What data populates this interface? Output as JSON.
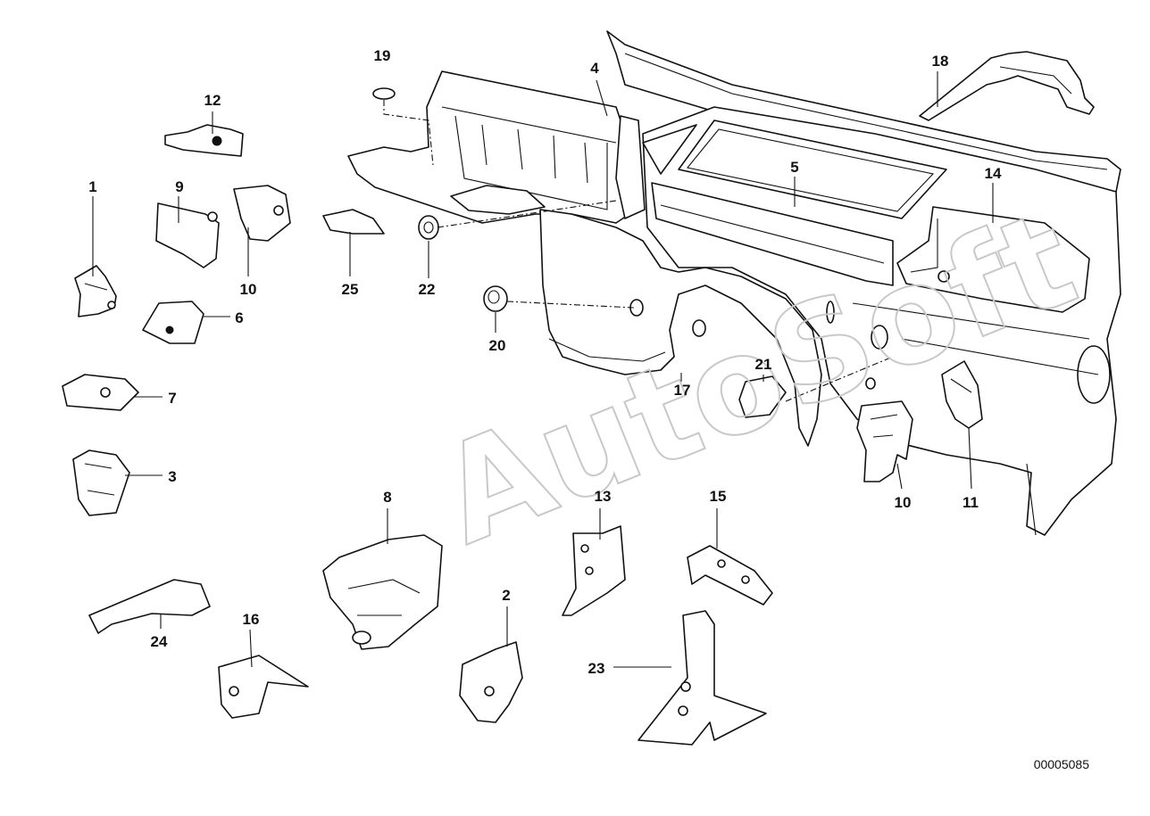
{
  "watermark": "AutoSoft",
  "document_id": "00005085",
  "callouts": {
    "p1": "1",
    "p2": "2",
    "p3": "3",
    "p4": "4",
    "p5": "5",
    "p6": "6",
    "p7": "7",
    "p8": "8",
    "p9": "9",
    "p10a": "10",
    "p10b": "10",
    "p11": "11",
    "p12": "12",
    "p13": "13",
    "p14": "14",
    "p15": "15",
    "p16": "16",
    "p17": "17",
    "p18": "18",
    "p19": "19",
    "p20": "20",
    "p21": "21",
    "p22": "22",
    "p23": "23",
    "p24": "24",
    "p25": "25"
  }
}
